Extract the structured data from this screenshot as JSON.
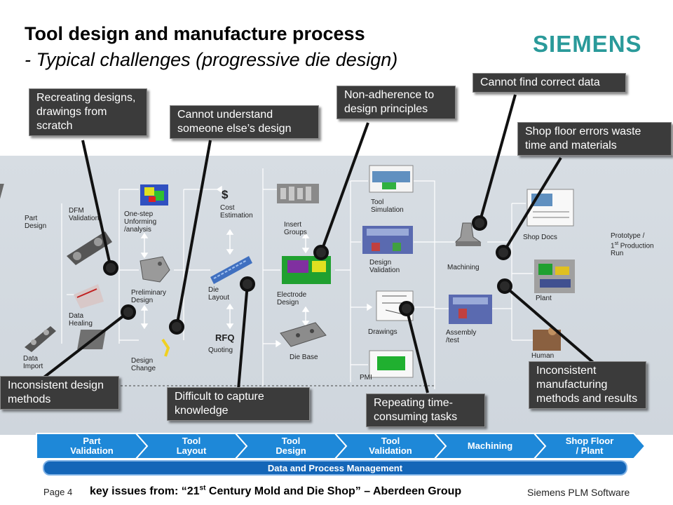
{
  "slide": {
    "title": "Tool design and manufacture process",
    "subtitle": "- Typical challenges (progressive die design)",
    "logo": "SIEMENS",
    "colors": {
      "callout_bg": "#3b3b3b",
      "chevron": "#1e88d8",
      "bar": "#1466b8",
      "logo": "#2a9a9a"
    }
  },
  "process": {
    "part_design": "Part\nDesign",
    "dfm_validation": "DFM\nValidation",
    "one_step": "One-step\nUnforming\n/analysis",
    "preliminary_design": "Preliminary\nDesign",
    "data_healing": "Data\nHealing",
    "data_import": "Data\nImport",
    "design_change": "Design\nChange",
    "cost_symbol": "$",
    "cost_estimation": "Cost\nEstimation",
    "die_layout": "Die\nLayout",
    "rfq": "RFQ",
    "quoting": "Quoting",
    "insert_groups": "Insert\nGroups",
    "electrode_design": "Electrode\nDesign",
    "die_base": "Die Base",
    "tool_simulation": "Tool\nSimulation",
    "design_validation": "Design\nValidation",
    "drawings": "Drawings",
    "pmi": "PMI",
    "machining": "Machining",
    "assembly_test": "Assembly\n/test",
    "shop_docs": "Shop Docs",
    "plant": "Plant",
    "human": "Human",
    "prototype_run": "Prototype /\n1st Production\nRun"
  },
  "callouts": {
    "recreating": "Recreating designs, drawings from scratch",
    "cannot_understand": "Cannot understand someone else’s design",
    "non_adherence": "Non-adherence to design principles",
    "cannot_find": "Cannot find correct data",
    "shop_floor": "Shop floor errors waste time and materials",
    "inconsistent_design": "Inconsistent design methods",
    "difficult_capture": "Difficult to capture knowledge",
    "repeating": "Repeating time-consuming tasks",
    "inconsistent_manufacturing": "Inconsistent manufacturing methods and results"
  },
  "phases": {
    "items": [
      "Part\nValidation",
      "Tool\nLayout",
      "Tool\nDesign",
      "Tool\nValidation",
      "Machining",
      "Shop Floor\n/ Plant"
    ],
    "bar_label": "Data and Process Management"
  },
  "footer": {
    "page": "Page 4",
    "source": "key issues from: “21st Century Mold and Die Shop” – Aberdeen Group",
    "brand": "Siemens PLM Software"
  }
}
